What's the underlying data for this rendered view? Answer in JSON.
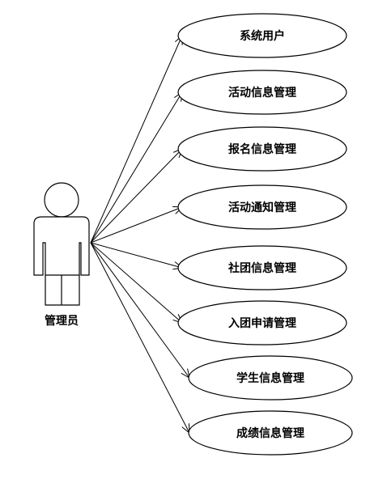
{
  "actor": {
    "label": "管理员"
  },
  "use_cases": [
    {
      "label": "系统用户"
    },
    {
      "label": "活动信息管理"
    },
    {
      "label": "报名信息管理"
    },
    {
      "label": "活动通知管理"
    },
    {
      "label": "社团信息管理"
    },
    {
      "label": "入团申请管理"
    },
    {
      "label": "学生信息管理"
    },
    {
      "label": "成绩信息管理"
    }
  ]
}
